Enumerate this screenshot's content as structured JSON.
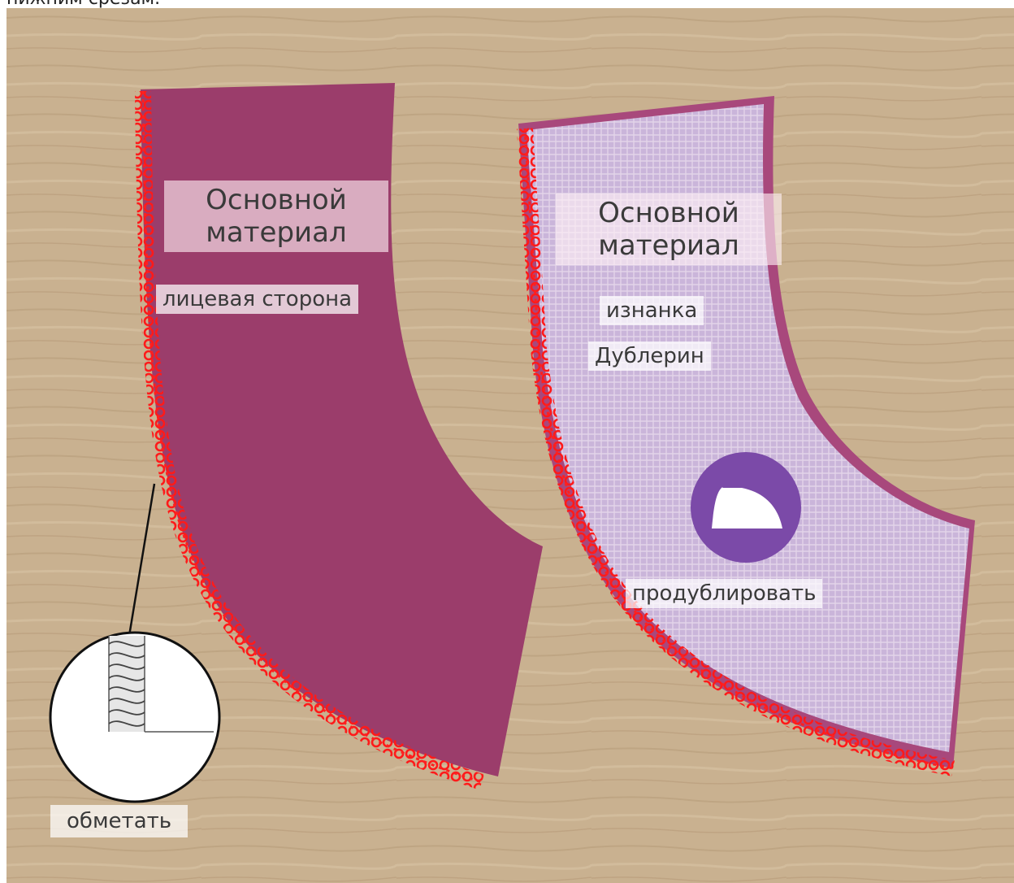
{
  "top_caption": "нижним срезам.",
  "left_piece": {
    "title_line1": "Основной",
    "title_line2": "материал",
    "side_label": "лицевая сторона"
  },
  "right_piece": {
    "title_line1": "Основной",
    "title_line2": "материал",
    "side_label": "изнанка",
    "interfacing_label": "Дублерин",
    "action_label": "продублировать",
    "action_icon": "iron-icon"
  },
  "overlock_callout": {
    "label": "обметать",
    "icon": "overlock-stitch-icon"
  },
  "colors": {
    "table_wood": "#c9b190",
    "fabric_main": "#9b3d6b",
    "interfacing": "#c9bde0",
    "overlock_stitch": "#ff1a1a",
    "iron_badge": "#7b4aa8"
  }
}
